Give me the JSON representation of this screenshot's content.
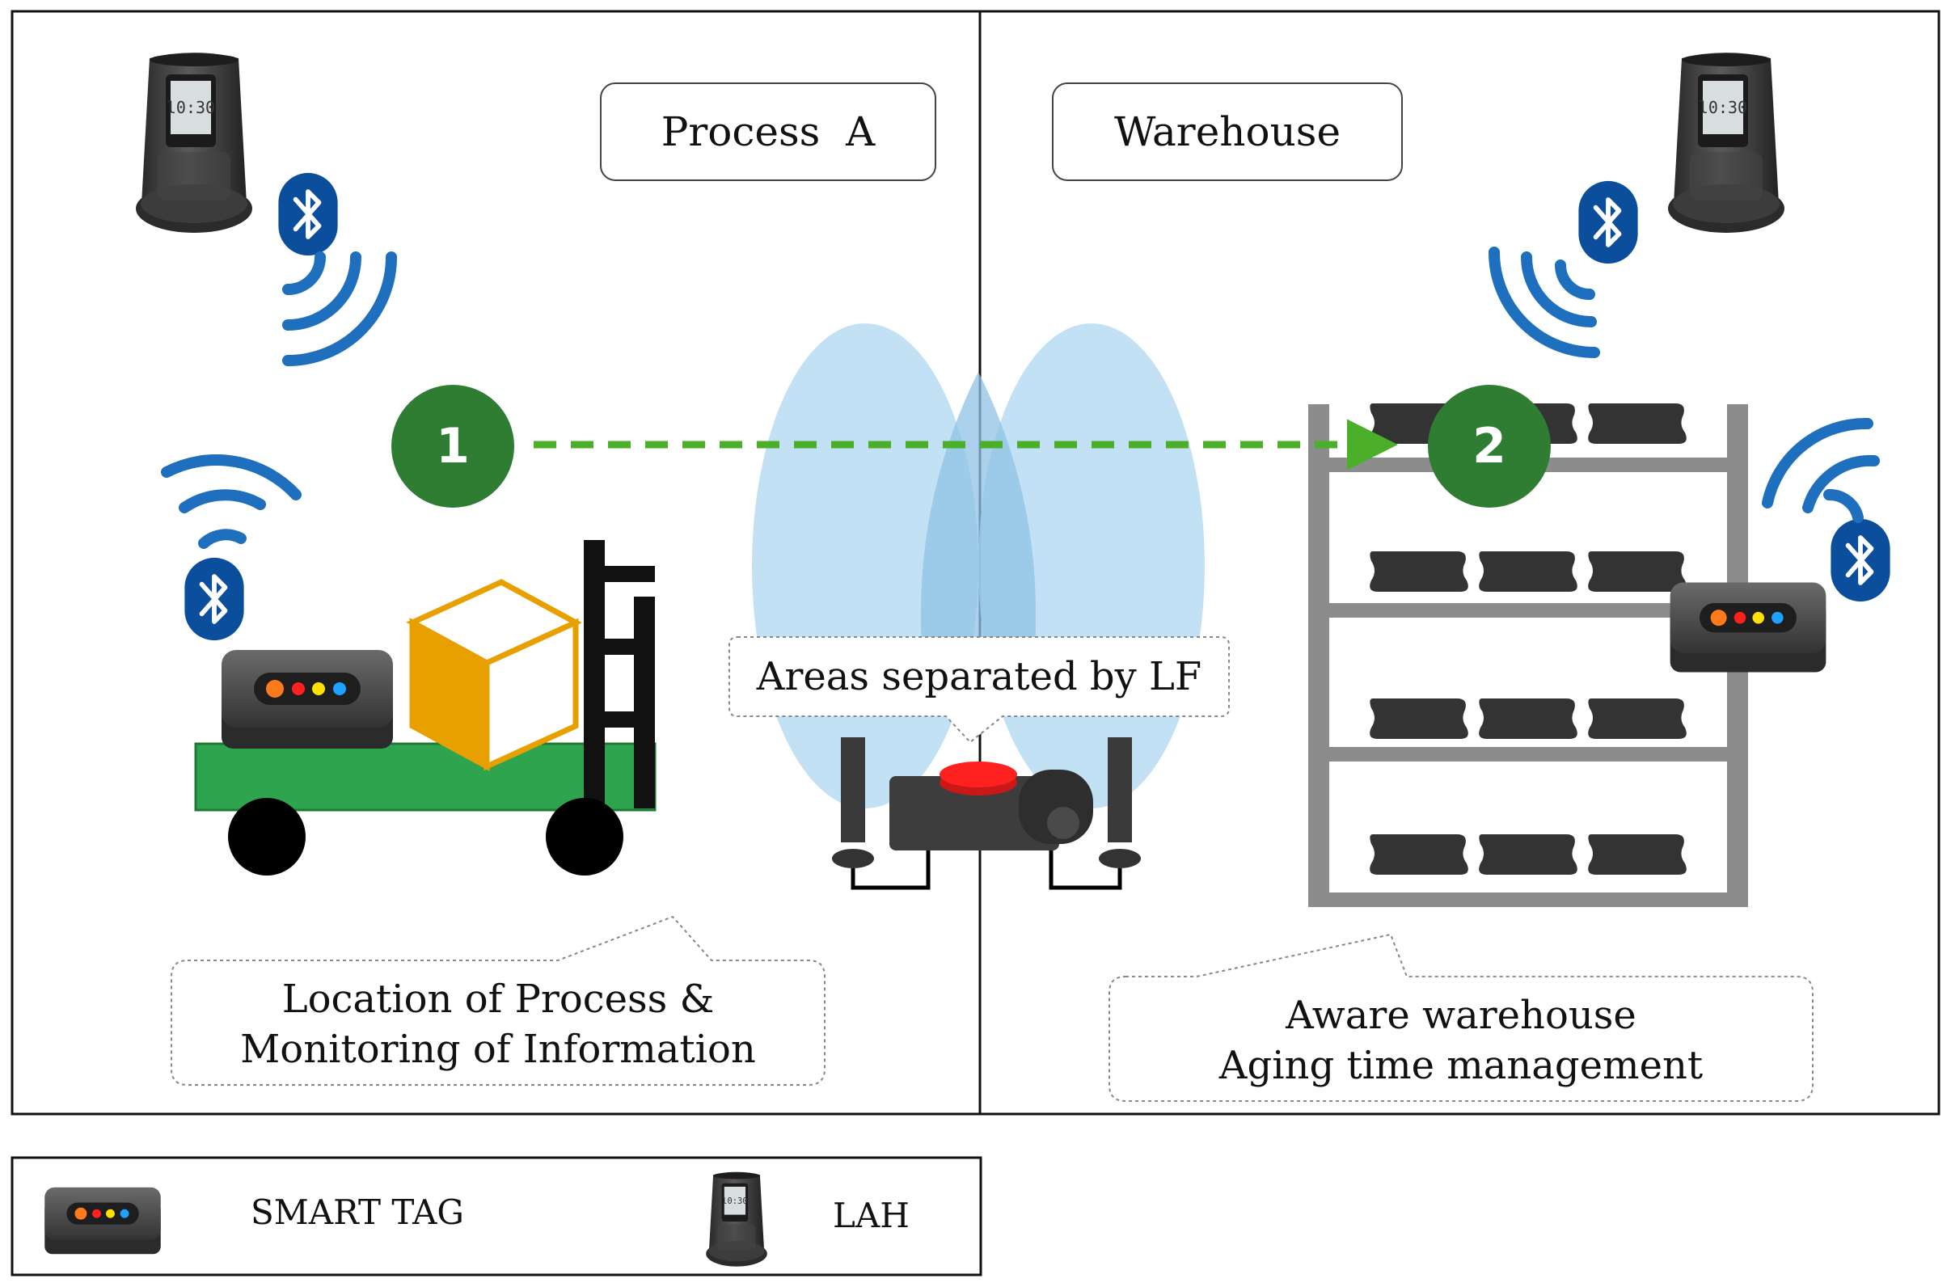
{
  "zones": {
    "process_a": "Process  A",
    "warehouse": "Warehouse"
  },
  "steps": {
    "step1": "1",
    "step2": "2"
  },
  "lf_area_label": "Areas separated by LF",
  "callouts": {
    "left": [
      "Location of Process &",
      "Monitoring of Information"
    ],
    "right": [
      "Aware warehouse",
      "Aging time management"
    ]
  },
  "legend": {
    "smart_tag": "SMART TAG",
    "lah": "LAH"
  },
  "colors": {
    "step_circle": "#2e7d32",
    "dashed_arrow": "#4caf2a",
    "bluetooth": "#0b4f9c",
    "wave": "#1f6fbf",
    "cart_deck": "#2ea44f",
    "box": "#e8a000",
    "lf_field": "#b9dcf2",
    "shelf": "#8c8c8c",
    "device": "#3a3a3a",
    "tag_led_colors": [
      "#ff7a1a",
      "#ff2020",
      "#ffe000",
      "#1fa2ff"
    ]
  }
}
